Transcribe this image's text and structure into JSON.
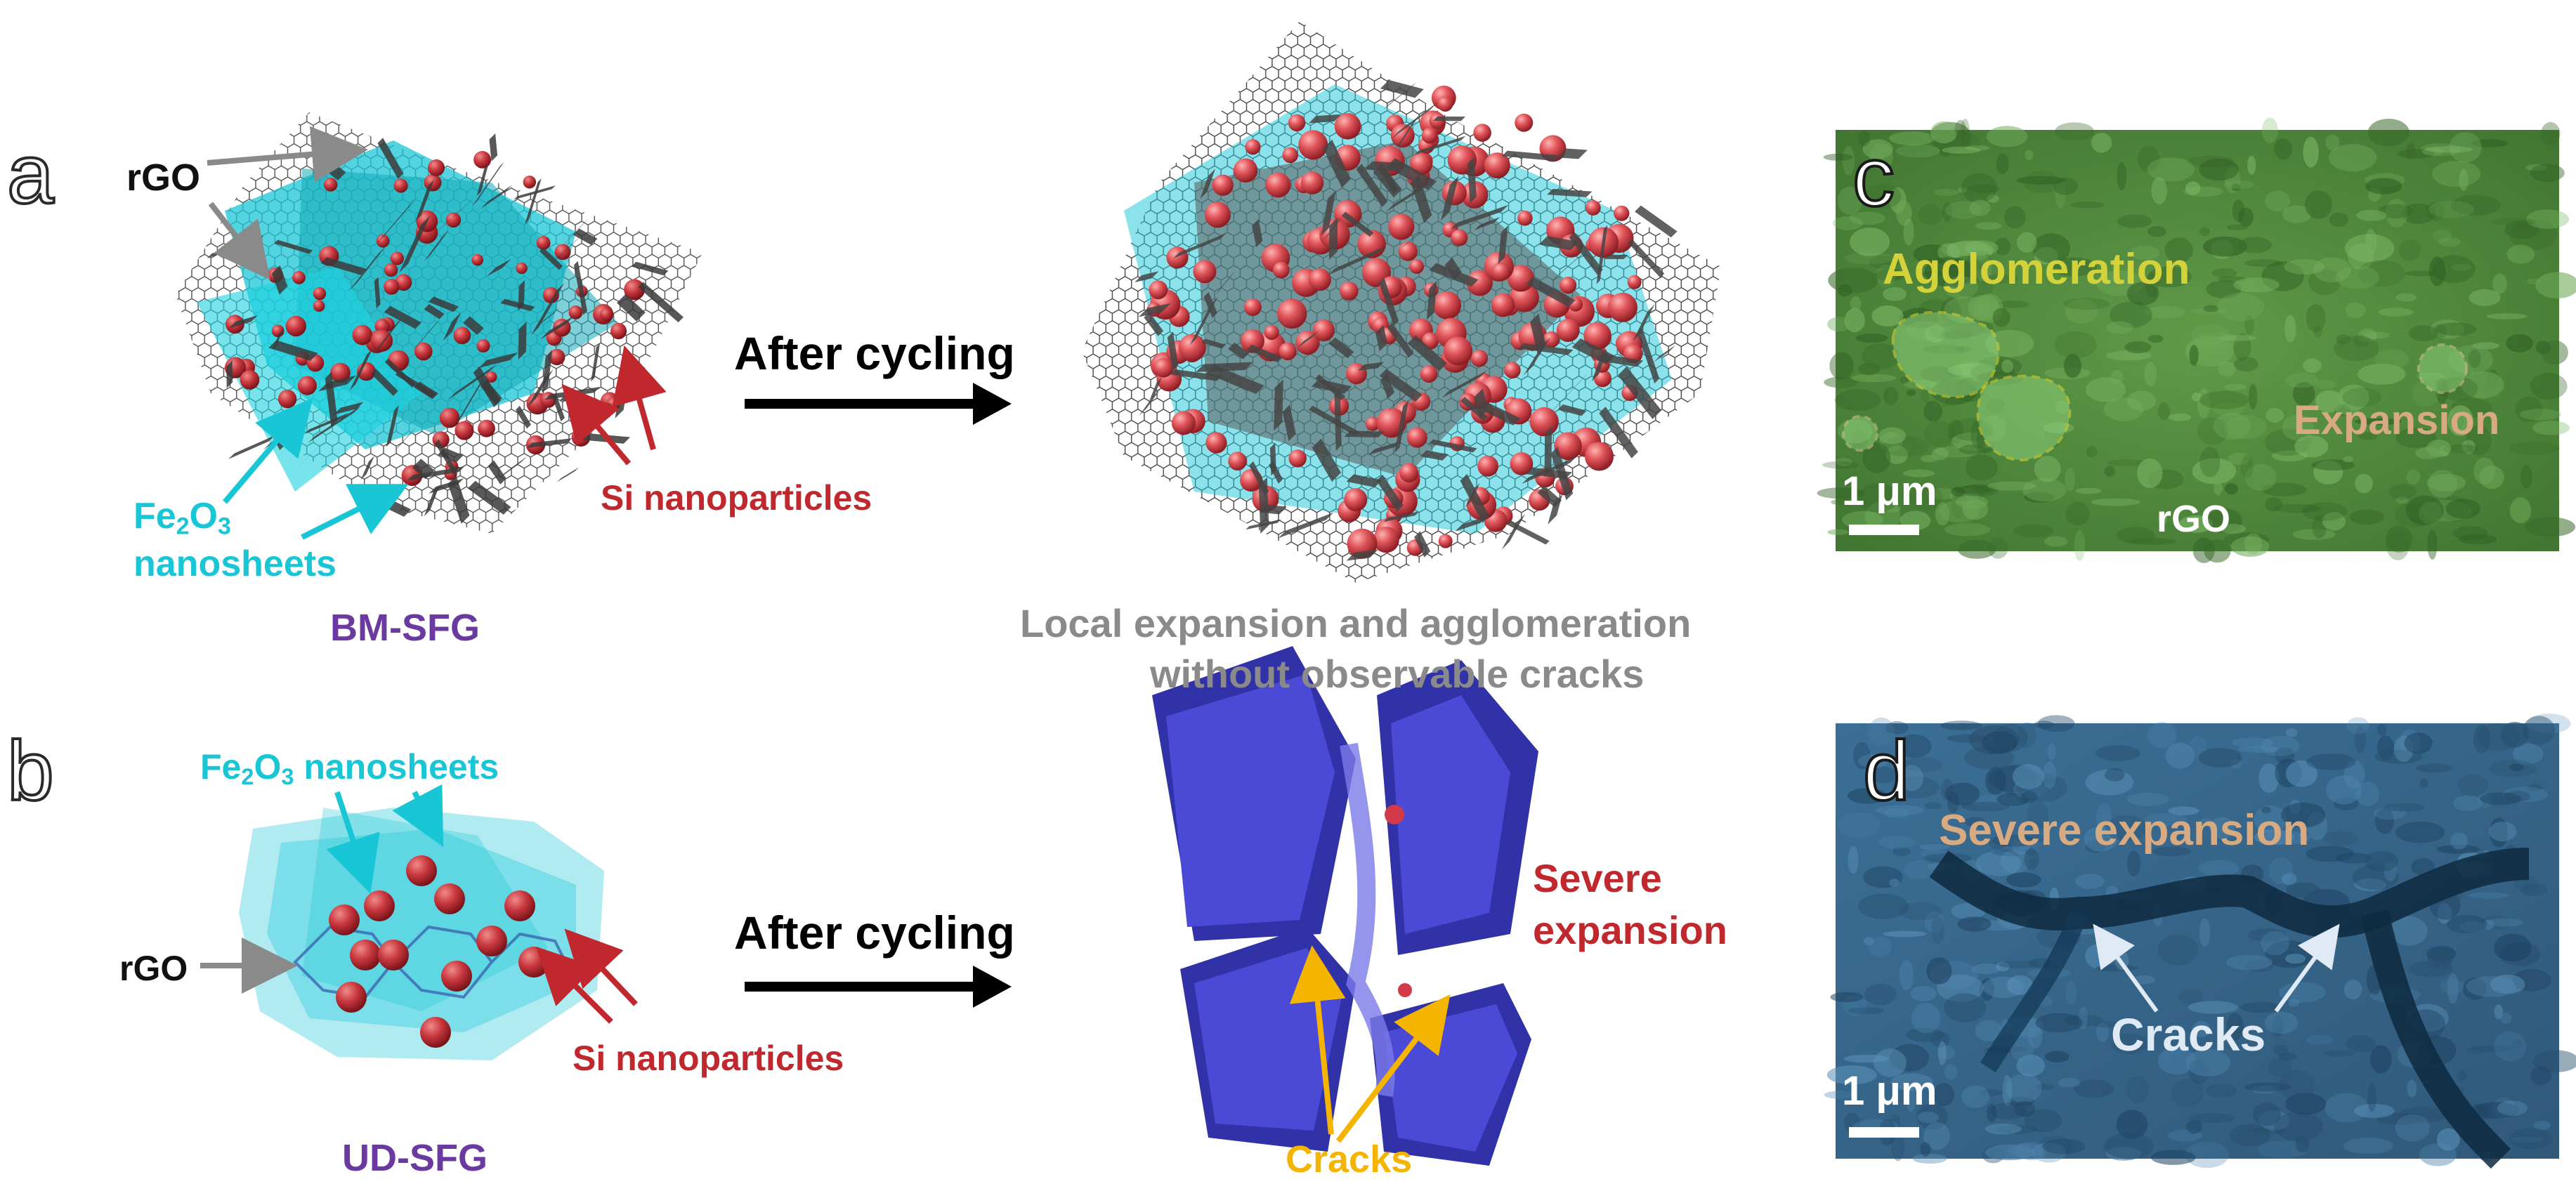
{
  "panel_a": {
    "letter": "a",
    "rgo_label": "rGO",
    "fe2o3_line1": {
      "base": "Fe",
      "s1": "2",
      "mid": "O",
      "s2": "3"
    },
    "fe2o3_line2": "nanosheets",
    "si_label": "Si nanoparticles",
    "caption": "BM-SFG",
    "arrow_label": "After cycling",
    "result_line1": "Local expansion and agglomeration",
    "result_line2": "without observable cracks"
  },
  "panel_b": {
    "letter": "b",
    "fe2o3": {
      "base": "Fe",
      "s1": "2",
      "mid": "O",
      "s2": "3",
      "rest": " nanosheets"
    },
    "rgo_label": "rGO",
    "si_label": "Si nanoparticles",
    "caption": "UD-SFG",
    "arrow_label": "After cycling",
    "expansion_line1": "Severe",
    "expansion_line2": "expansion",
    "cracks_label": "Cracks"
  },
  "panel_c": {
    "letter": "c",
    "agglomeration": "Agglomeration",
    "expansion": "Expansion",
    "scale": "1 μm",
    "rgo": "rGO"
  },
  "panel_d": {
    "letter": "d",
    "severe": "Severe expansion",
    "cracks": "Cracks",
    "scale": "1 μm"
  },
  "colors": {
    "cyan": "#19c6d6",
    "red": "#c0282e",
    "purple": "#6a3aa0",
    "grey_text": "#8a8a8a",
    "block_blue": "#4a4ad6",
    "crack_yellow": "#f4b400",
    "sem_green": "#4e8a3a",
    "sem_blue": "#3a6a8e"
  }
}
